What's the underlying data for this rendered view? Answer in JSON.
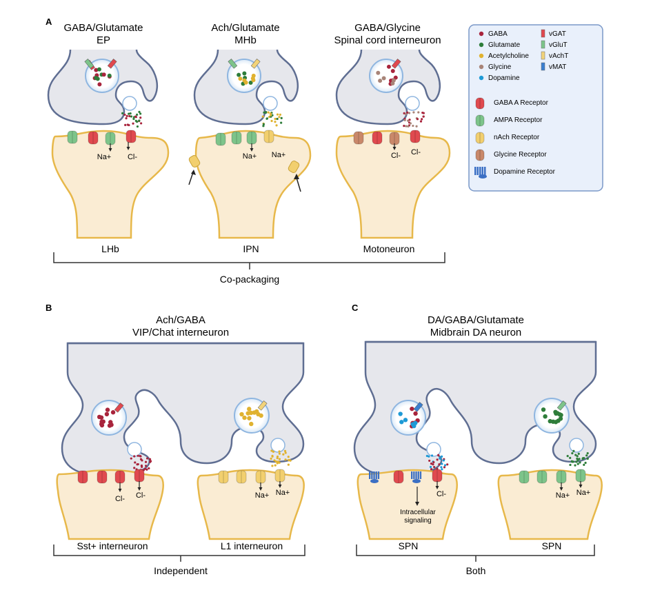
{
  "panel_a": {
    "letter": "A",
    "synapses": [
      {
        "title1": "GABA/Glutamate",
        "title2": "EP",
        "target": "LHb",
        "ions": [
          "Na+",
          "Cl-"
        ]
      },
      {
        "title1": "Ach/Glutamate",
        "title2": "MHb",
        "target": "IPN",
        "ions": [
          "Na+",
          "Na+"
        ]
      },
      {
        "title1": "GABA/Glycine",
        "title2": "Spinal cord interneuron",
        "target": "Motoneuron",
        "ions": [
          "Cl-",
          "Cl-"
        ]
      }
    ],
    "mode": "Co-packaging"
  },
  "panel_b": {
    "letter": "B",
    "title1": "Ach/GABA",
    "title2": "VIP/Chat interneuron",
    "targets": [
      "Sst+ interneuron",
      "L1 interneuron"
    ],
    "ions_left": [
      "Cl-",
      "Cl-"
    ],
    "ions_right": [
      "Na+",
      "Na+"
    ],
    "mode": "Independent"
  },
  "panel_c": {
    "letter": "C",
    "title1": "DA/GABA/Glutamate",
    "title2": "Midbrain DA neuron",
    "targets": [
      "SPN",
      "SPN"
    ],
    "ions_left": [
      "Cl-"
    ],
    "ions_right": [
      "Na+",
      "Na+"
    ],
    "signal_line1": "Intracellular",
    "signal_line2": "signaling",
    "mode": "Both"
  },
  "legend": {
    "transmitters": [
      {
        "label": "GABA",
        "color": "#a8243c"
      },
      {
        "label": "Glutamate",
        "color": "#2e7d3a"
      },
      {
        "label": "Acetylcholine",
        "color": "#e0b230"
      },
      {
        "label": "Glycine",
        "color": "#a88478"
      },
      {
        "label": "Dopamine",
        "color": "#1e9ad6"
      }
    ],
    "transporters": [
      {
        "label": "vGAT",
        "color": "#e0484f"
      },
      {
        "label": "vGluT",
        "color": "#7dc48a"
      },
      {
        "label": "vAchT",
        "color": "#f2d37a"
      },
      {
        "label": "vMAT",
        "color": "#3b7fd0"
      }
    ],
    "receptors": [
      {
        "label": "GABA A Receptor",
        "color": "#e04a4f",
        "icon": "gaba-a-receptor-icon"
      },
      {
        "label": "AMPA Receptor",
        "color": "#7dc48a",
        "icon": "ampa-receptor-icon"
      },
      {
        "label": "nAch Receptor",
        "color": "#f2cf6e",
        "icon": "nach-receptor-icon"
      },
      {
        "label": "Glycine Receptor",
        "color": "#c9886a",
        "icon": "glycine-receptor-icon"
      },
      {
        "label": "Dopamine Receptor",
        "color": "#3b6fc4",
        "icon": "dopamine-receptor-icon"
      }
    ]
  },
  "colors": {
    "presynaptic_fill": "#e6e7ec",
    "presynaptic_stroke": "#5f6e92",
    "postsynaptic_fill": "#faecd3",
    "postsynaptic_stroke": "#e7b84a",
    "legend_fill": "#e9f0fb",
    "legend_stroke": "#7a98c8"
  }
}
